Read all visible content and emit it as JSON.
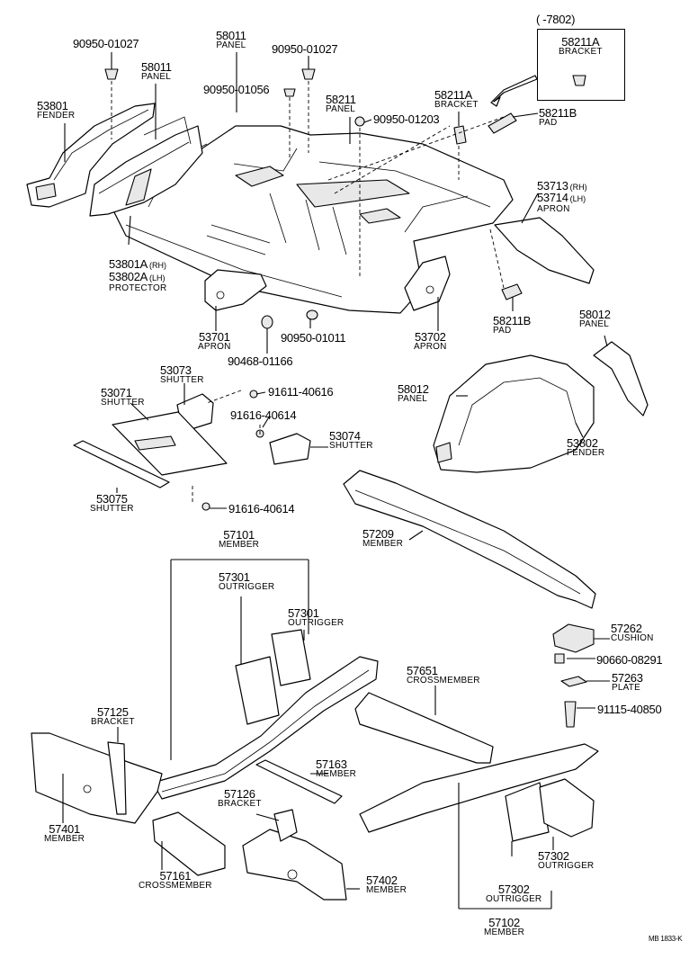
{
  "footer_code": "MB  1833-K",
  "inset_range": "(      -7802)",
  "labels": {
    "p53801": {
      "num": "53801",
      "name": "FENDER"
    },
    "p58011a": {
      "num": "58011",
      "name": "PANEL"
    },
    "p58011b": {
      "num": "58011",
      "name": "PANEL"
    },
    "p90950_01027a": {
      "num": "90950-01027"
    },
    "p90950_01027b": {
      "num": "90950-01027"
    },
    "p90950_01056": {
      "num": "90950-01056"
    },
    "p58211": {
      "num": "58211",
      "name": "PANEL"
    },
    "p90950_01203": {
      "num": "90950-01203"
    },
    "p58211A_main": {
      "num": "58211A",
      "name": "BRACKET"
    },
    "p58211A_box": {
      "num": "58211A",
      "name": "BRACKET"
    },
    "p58211B_top": {
      "num": "58211B",
      "name": "PAD"
    },
    "p53713": {
      "num": "53713",
      "sfx": "(RH)"
    },
    "p53714": {
      "num": "53714",
      "sfx": "(LH)",
      "name": "APRON"
    },
    "p53801A": {
      "num": "53801A",
      "sfx": "(RH)"
    },
    "p53802A": {
      "num": "53802A",
      "sfx": "(LH)",
      "name": "PROTECTOR"
    },
    "p58211B_bot": {
      "num": "58211B",
      "name": "PAD"
    },
    "p53701": {
      "num": "53701",
      "name": "APRON"
    },
    "p90950_01011": {
      "num": "90950-01011"
    },
    "p53702": {
      "num": "53702",
      "name": "APRON"
    },
    "p58012_top": {
      "num": "58012",
      "name": "PANEL"
    },
    "p90468": {
      "num": "90468-01166"
    },
    "p53073": {
      "num": "53073",
      "name": "SHUTTER"
    },
    "p91611": {
      "num": "91611-40616"
    },
    "p53071": {
      "num": "53071",
      "name": "SHUTTER"
    },
    "p91616a": {
      "num": "91616-40614"
    },
    "p53074": {
      "num": "53074",
      "name": "SHUTTER"
    },
    "p58012_mid": {
      "num": "58012",
      "name": "PANEL"
    },
    "p53802": {
      "num": "53802",
      "name": "FENDER"
    },
    "p53075": {
      "num": "53075",
      "name": "SHUTTER"
    },
    "p91616b": {
      "num": "91616-40614"
    },
    "p57209": {
      "num": "57209",
      "name": "MEMBER"
    },
    "p57101": {
      "num": "57101",
      "name": "MEMBER"
    },
    "p57301a": {
      "num": "57301",
      "name": "OUTRIGGER"
    },
    "p57301b": {
      "num": "57301",
      "name": "OUTRIGGER"
    },
    "p57262": {
      "num": "57262",
      "name": "CUSHION"
    },
    "p90660": {
      "num": "90660-08291"
    },
    "p57263": {
      "num": "57263",
      "name": "PLATE"
    },
    "p91115": {
      "num": "91115-40850"
    },
    "p57651": {
      "num": "57651",
      "name": "CROSSMEMBER"
    },
    "p57125": {
      "num": "57125",
      "name": "BRACKET"
    },
    "p57163": {
      "num": "57163",
      "name": "MEMBER"
    },
    "p57401": {
      "num": "57401",
      "name": "MEMBER"
    },
    "p57126": {
      "num": "57126",
      "name": "BRACKET"
    },
    "p57302a": {
      "num": "57302",
      "name": "OUTRIGGER"
    },
    "p57161": {
      "num": "57161",
      "name": "CROSSMEMBER"
    },
    "p57402": {
      "num": "57402",
      "name": "MEMBER"
    },
    "p57302b": {
      "num": "57302",
      "name": "OUTRIGGER"
    },
    "p57102": {
      "num": "57102",
      "name": "MEMBER"
    }
  }
}
